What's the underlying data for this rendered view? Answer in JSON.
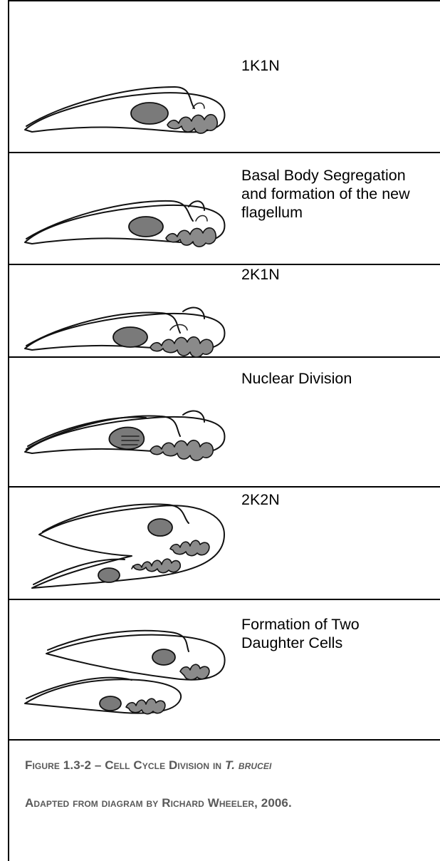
{
  "stages": [
    {
      "label": "1K1N"
    },
    {
      "label": "Basal Body Segregation and formation of the new flagellum"
    },
    {
      "label": "2K1N"
    },
    {
      "label": "Nuclear Division"
    },
    {
      "label": "2K2N"
    },
    {
      "label": "Formation of Two Daughter Cells"
    }
  ],
  "caption": {
    "figure_prefix": "Figure 1.3-2 – Cell Cycle Division in",
    "organism": "T. brucei",
    "credit": "Adapted from diagram by Richard Wheeler, 2006."
  },
  "colors": {
    "line": "#000000",
    "caption": "#595959",
    "fill": "#7a7a7a"
  }
}
